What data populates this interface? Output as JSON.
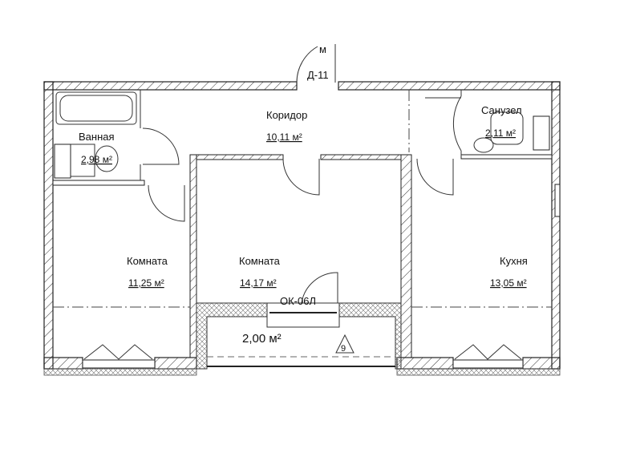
{
  "plan": {
    "entrance_door": {
      "code": "Д-11",
      "label_fragment": "м"
    },
    "window_code": "ОК-06Л",
    "rooms": [
      {
        "name": "Ванная",
        "area": "2,98 м²"
      },
      {
        "name": "Коридор",
        "area": "10,11 м²"
      },
      {
        "name": "Санузел",
        "area": "2,11 м²"
      },
      {
        "name": "Комната",
        "area": "11,25 м²"
      },
      {
        "name": "Комната",
        "area": "14,17 м²"
      },
      {
        "name": "Кухня",
        "area": "13,05 м²"
      }
    ],
    "balcony": {
      "area": "2,00 м²",
      "marker": "9"
    }
  }
}
